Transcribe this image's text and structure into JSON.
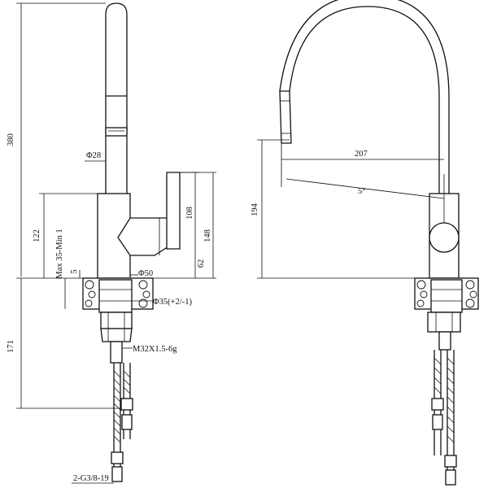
{
  "left_view": {
    "height_total": "380",
    "spout_diameter": "Φ28",
    "body_height": "122",
    "deck_thickness": "Max 35-Min 1",
    "gap": "5",
    "body_diameter": "Φ50",
    "hole_diameter": "Φ35(+2/-1)",
    "thread": "M32X1.5-6g",
    "below_deck": "171",
    "hose_connection": "2-G3/8-19",
    "handle_height": "108",
    "handle_total": "148",
    "handle_base": "62"
  },
  "right_view": {
    "reach": "207",
    "spray_angle": "5°",
    "spout_height": "194"
  }
}
